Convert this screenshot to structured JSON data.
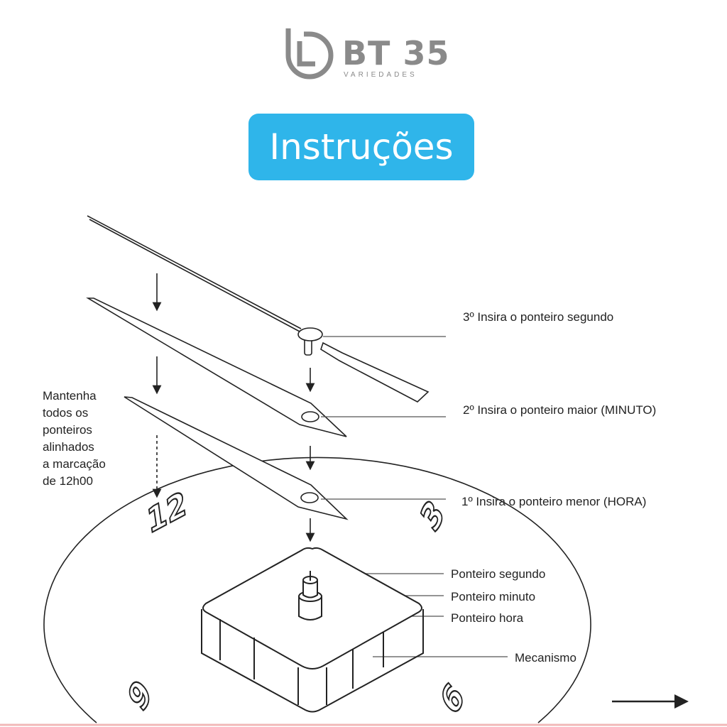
{
  "logo": {
    "name": "BT 35",
    "subtitle": "VARIEDADES"
  },
  "title": "Instruções",
  "instructions": {
    "step3": "3º Insira o ponteiro segundo",
    "step2": "2º Insira o ponteiro maior (MINUTO)",
    "step1": "1º Insira o ponteiro menor (HORA)"
  },
  "note_lines": [
    "Mantenha",
    "todos os",
    "ponteiros",
    "alinhados",
    "a marcação",
    "de 12h00"
  ],
  "parts": {
    "second": "Ponteiro segundo",
    "minute": "Ponteiro minuto",
    "hour": "Ponteiro hora",
    "mechanism": "Mecanismo"
  },
  "clock_numbers": {
    "twelve": "12",
    "three": "3",
    "nine": "9",
    "six": "6"
  },
  "colors": {
    "accent": "#2fb5ea",
    "logo": "#8a8a8a",
    "bottom_line": "#f2b8b8"
  }
}
